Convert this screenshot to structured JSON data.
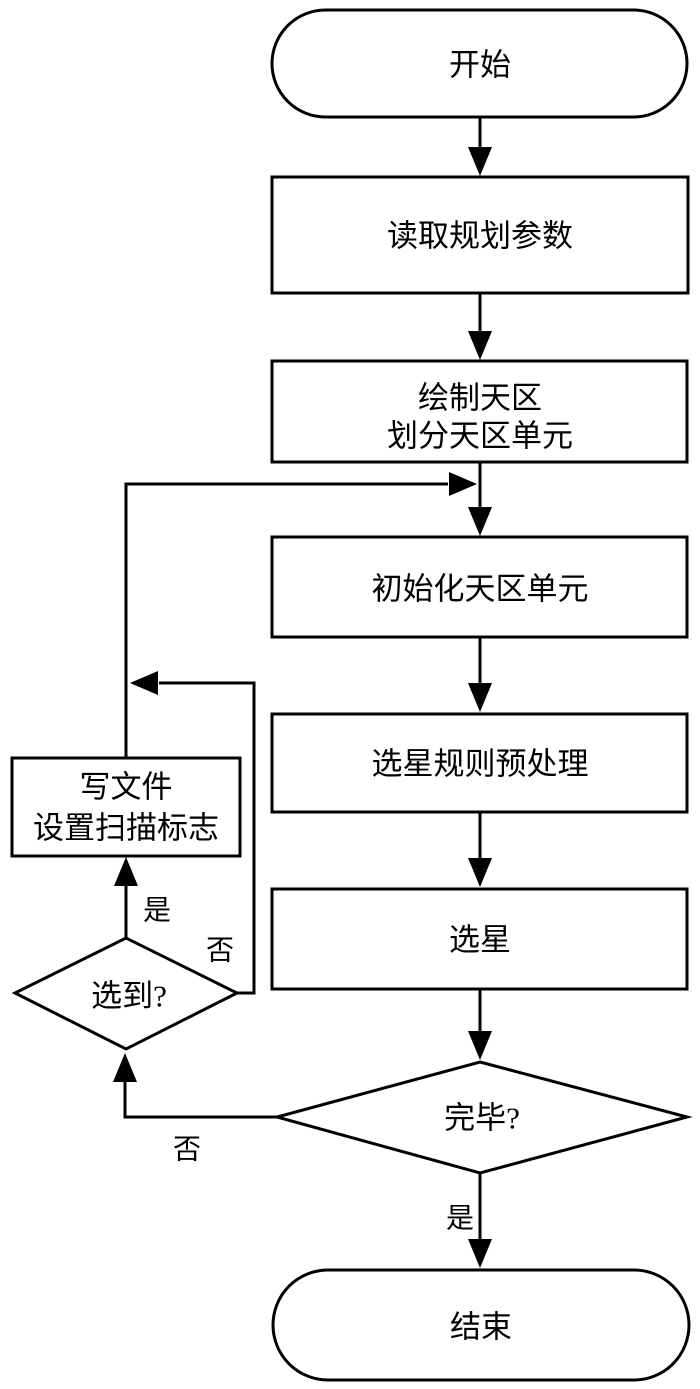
{
  "diagram_type": "flowchart",
  "colors": {
    "stroke": "#000000",
    "shape_fill": "#ffffff",
    "background": "#ffffff",
    "text": "#000000"
  },
  "nodes": {
    "start": {
      "type": "terminator",
      "label": "开始"
    },
    "read_params": {
      "type": "process",
      "label": "读取规划参数"
    },
    "draw_sky": {
      "type": "process",
      "line1": "绘制天区",
      "line2": "划分天区单元"
    },
    "init_units": {
      "type": "process",
      "label": "初始化天区单元"
    },
    "preprocess": {
      "type": "process",
      "label": "选星规则预处理"
    },
    "select_star": {
      "type": "process",
      "label": "选星"
    },
    "star_found": {
      "type": "decision",
      "label": "选到?"
    },
    "write_file": {
      "type": "process",
      "line1": "写文件",
      "line2": "设置扫描标志"
    },
    "finished": {
      "type": "decision",
      "label": "完毕?"
    },
    "end": {
      "type": "terminator",
      "label": "结束"
    }
  },
  "edge_labels": {
    "star_found_yes": "是",
    "star_found_no": "否",
    "finished_no": "否",
    "finished_yes": "是"
  }
}
